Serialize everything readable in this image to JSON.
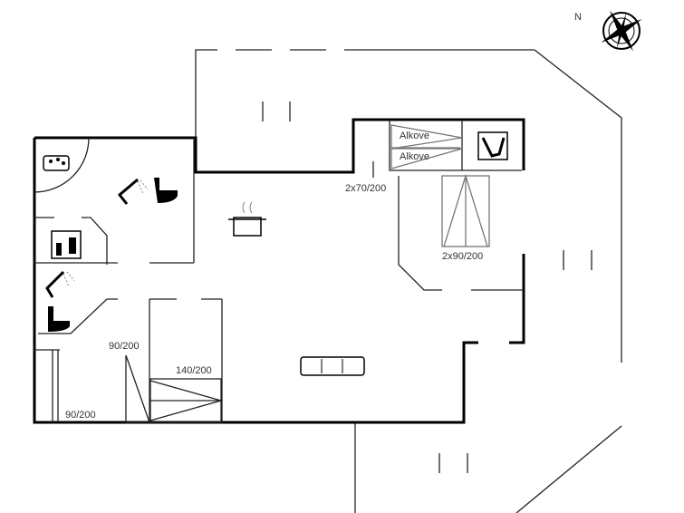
{
  "compass": {
    "north_label": "N"
  },
  "rooms": {
    "alcove_1": "Alkove",
    "alcove_2": "Alkove"
  },
  "beds": {
    "alcove_beds": "2x70/200",
    "bedroom_1": "2x90/200",
    "bedroom_2": "90/200",
    "bedroom_3": "140/200",
    "bedroom_4": "90/200"
  }
}
